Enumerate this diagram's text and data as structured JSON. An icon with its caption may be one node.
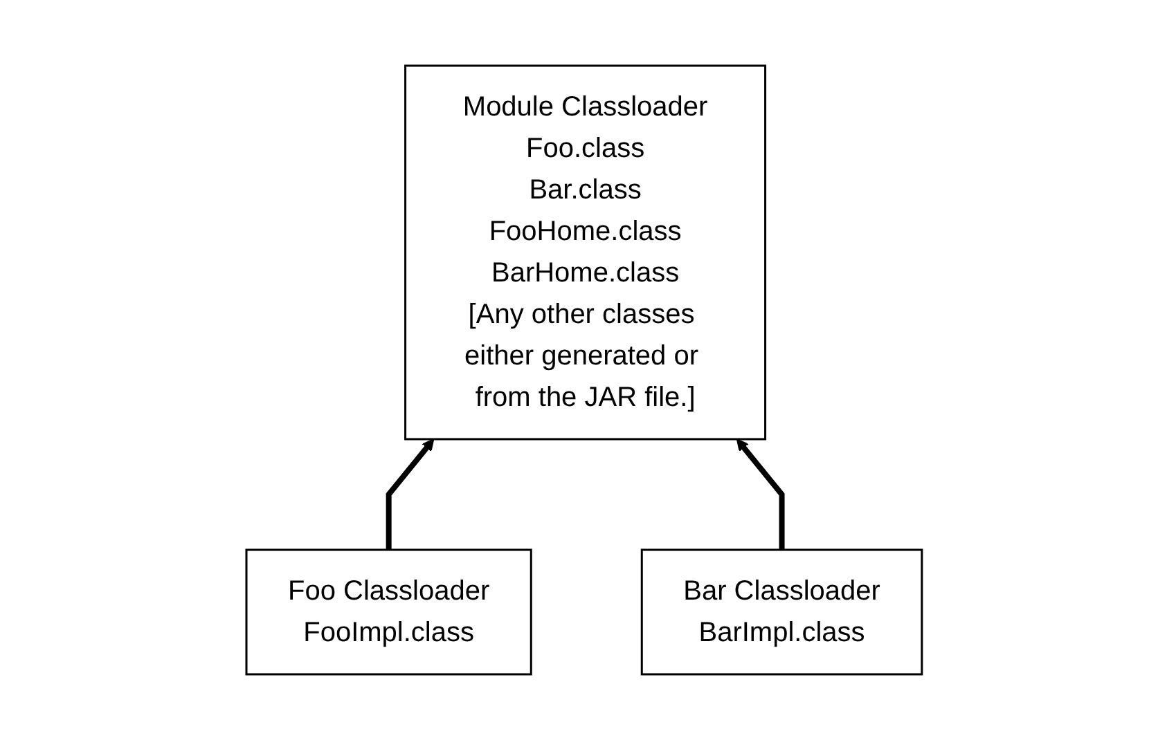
{
  "diagram": {
    "nodes": [
      {
        "text": [
          "Module Classloader",
          "Foo.class",
          "Bar.class",
          "FooHome.class",
          "BarHome.class",
          "[Any other classes either generated or from the JAR file.]"
        ]
      },
      {
        "text": [
          "Foo Classloader",
          "FooImpl.class"
        ]
      },
      {
        "text": [
          "Bar Classloader",
          "BarImpl.class"
        ]
      }
    ],
    "edges": [
      {
        "from": 1,
        "to": 0,
        "arrow": "to"
      },
      {
        "from": 2,
        "to": 0,
        "arrow": "to"
      }
    ]
  }
}
